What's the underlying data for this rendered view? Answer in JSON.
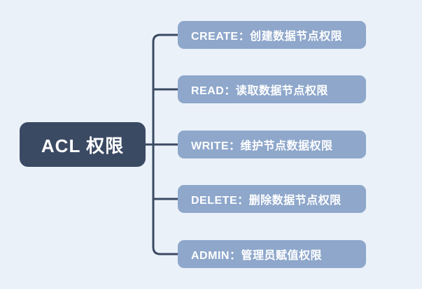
{
  "diagram": {
    "type": "mindmap",
    "root": {
      "label": "ACL 权限"
    },
    "nodes": [
      {
        "id": "create",
        "label": "CREATE：创建数据节点权限"
      },
      {
        "id": "read",
        "label": "READ：读取数据节点权限"
      },
      {
        "id": "write",
        "label": "WRITE：维护节点数据权限"
      },
      {
        "id": "delete",
        "label": "DELETE：删除数据节点权限"
      },
      {
        "id": "admin",
        "label": "ADMIN：管理员赋值权限"
      }
    ],
    "colors": {
      "background": "#EAF1F8",
      "root_fill": "#3B4A63",
      "branch_fill": "#8EA7CB",
      "connector_line": "#3B4A63",
      "text": "#FFFFFF"
    }
  }
}
